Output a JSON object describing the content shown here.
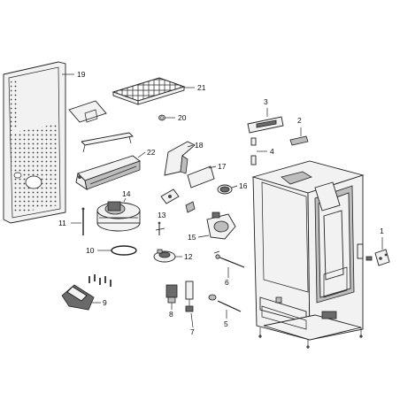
{
  "callouts": {
    "c1": "1",
    "c2": "2",
    "c3": "3",
    "c4": "4",
    "c5": "5",
    "c6": "6",
    "c7": "7",
    "c8": "8",
    "c9": "9",
    "c10": "10",
    "c11": "11",
    "c12": "12",
    "c13": "13",
    "c14": "14",
    "c15": "15",
    "c16": "16",
    "c17": "17",
    "c18": "18",
    "c19": "19",
    "c20": "20",
    "c21": "21",
    "c22": "22"
  },
  "colors": {
    "line": "#222222",
    "panel": "#f2f2f2",
    "dark": "#6a6a6a"
  }
}
